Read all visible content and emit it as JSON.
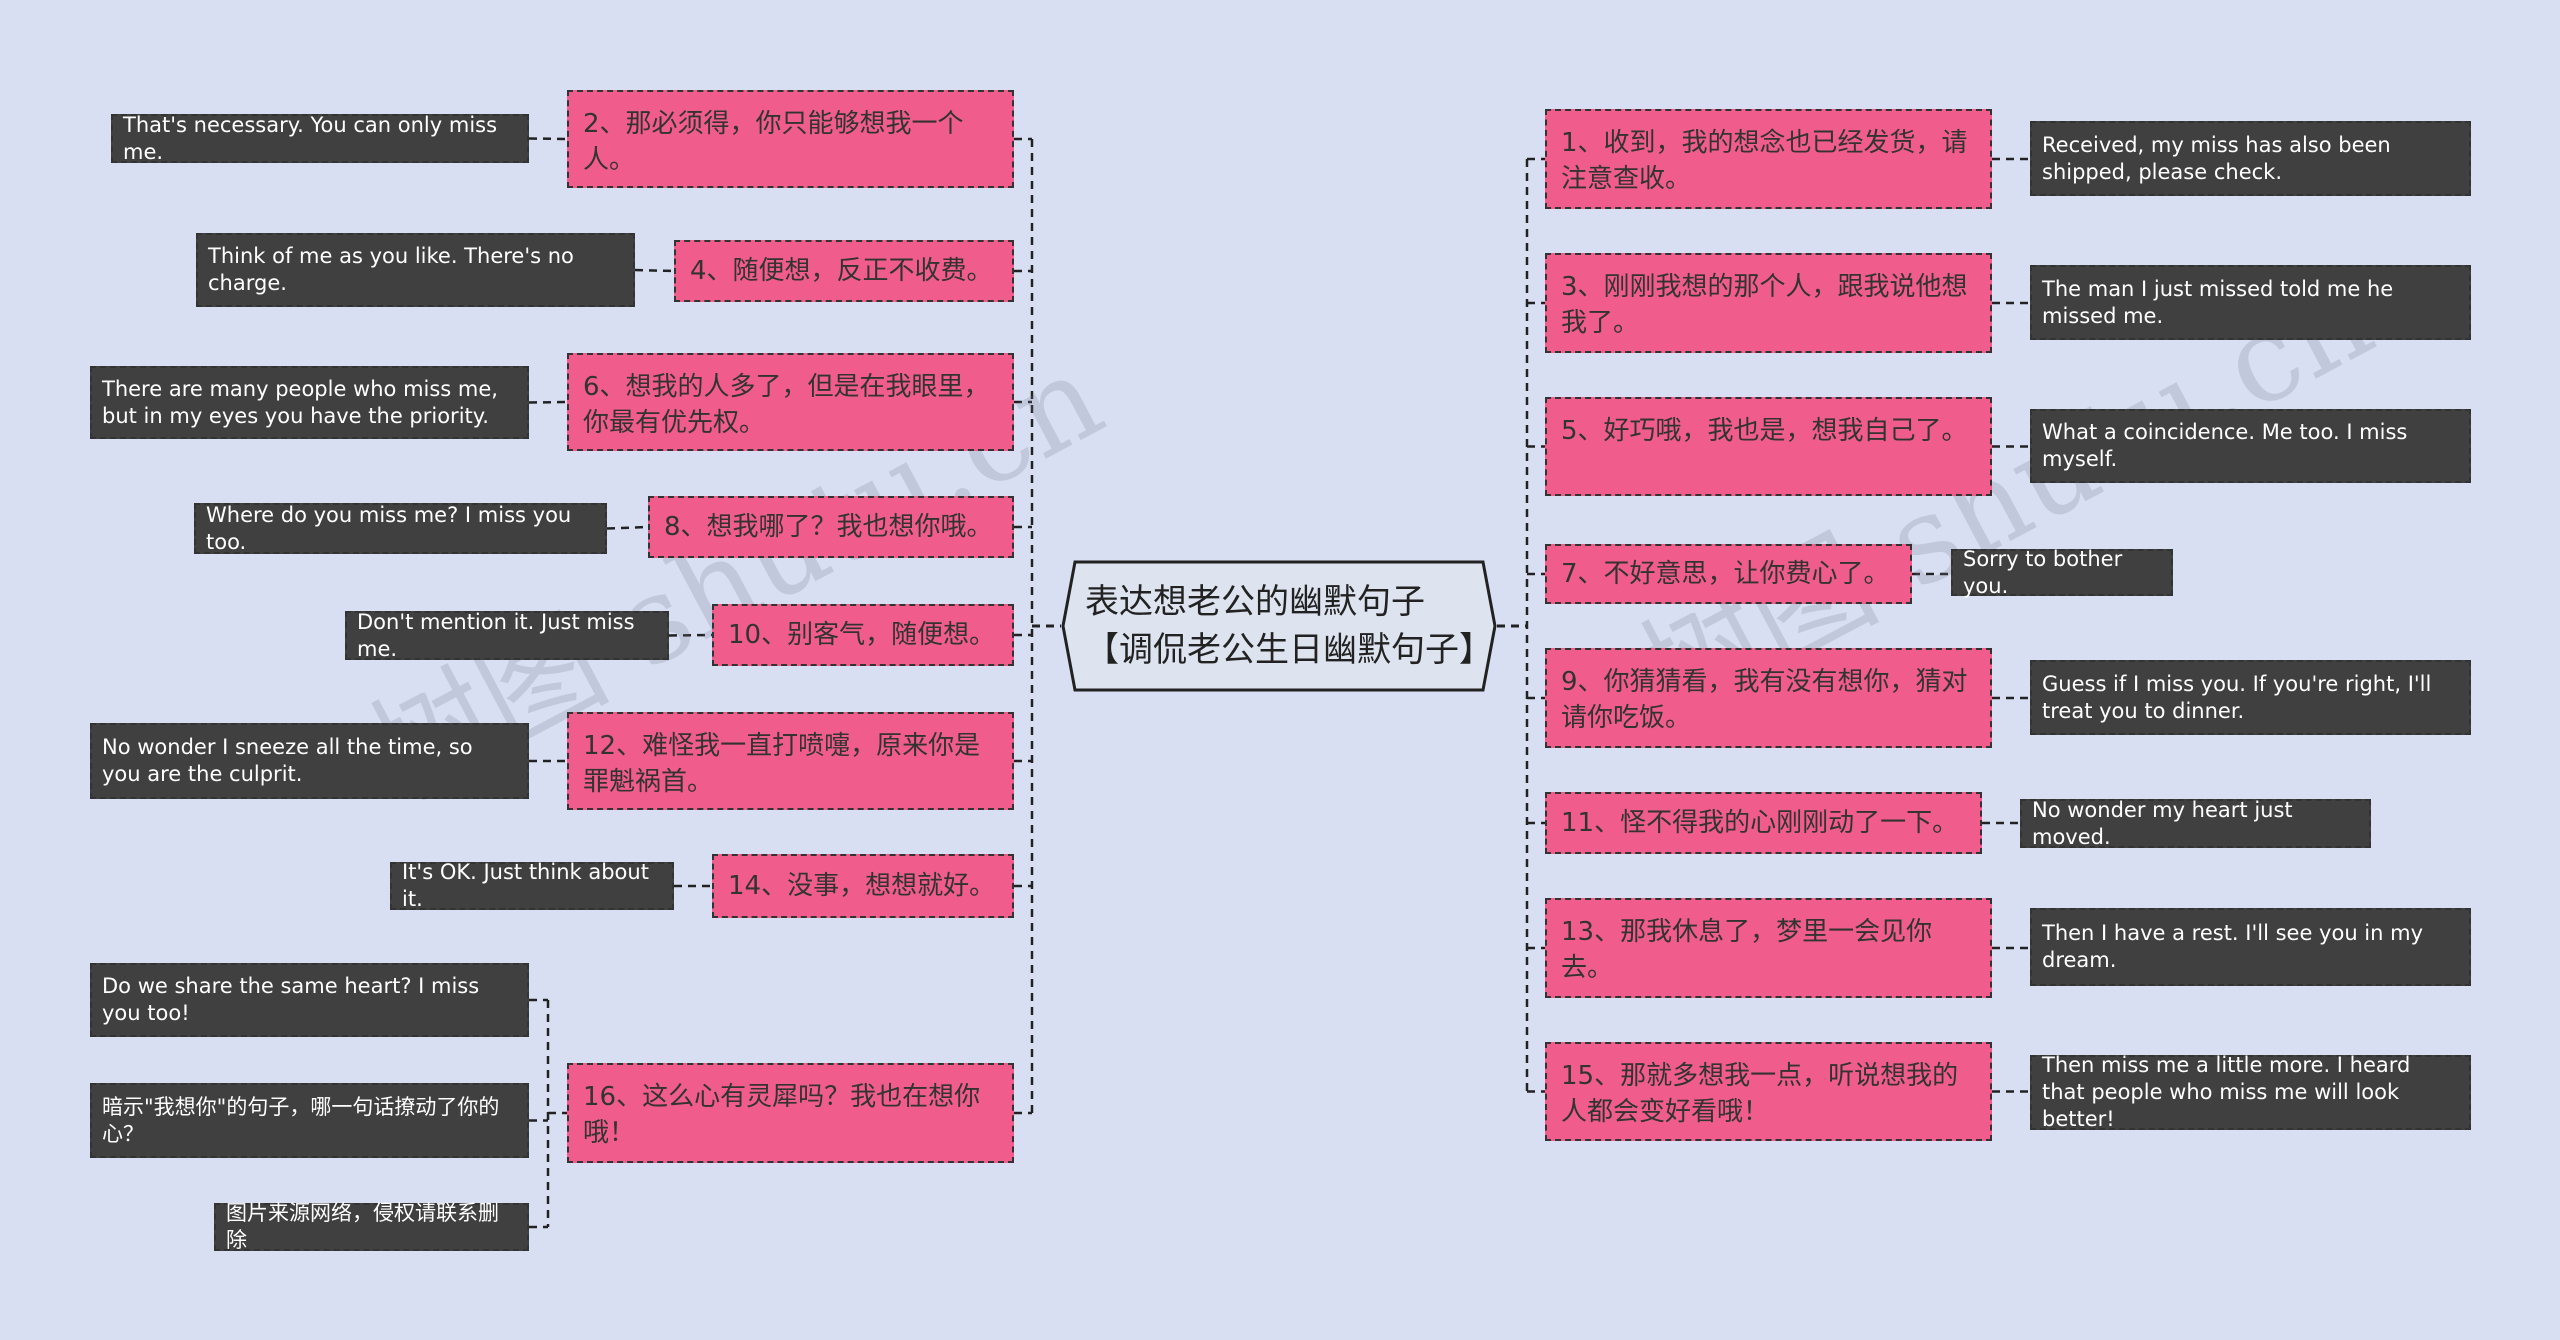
{
  "title": "表达想老公的幽默句子【调侃老公生日幽默句子】",
  "watermark": "树图 shutu.cn",
  "colors": {
    "background": "#d8dff2",
    "pink": "#f05d8c",
    "dark": "#404040"
  },
  "left": [
    {
      "cn": "2、那必须得，你只能够想我一个人。",
      "en": "That's necessary. You can only miss me."
    },
    {
      "cn": "4、随便想，反正不收费。",
      "en": "Think of me as you like. There's no charge."
    },
    {
      "cn": "6、想我的人多了，但是在我眼里，你最有优先权。",
      "en": "There are many people who miss me, but in my eyes you have the priority."
    },
    {
      "cn": "8、想我哪了？我也想你哦。",
      "en": "Where do you miss me? I miss you too."
    },
    {
      "cn": "10、别客气，随便想。",
      "en": "Don't mention it. Just miss me."
    },
    {
      "cn": "12、难怪我一直打喷嚏，原来你是罪魁祸首。",
      "en": "No wonder I sneeze all the time, so you are the culprit."
    },
    {
      "cn": "14、没事，想想就好。",
      "en": "It's OK. Just think about it."
    },
    {
      "cn": "16、这么心有灵犀吗？我也在想你哦！",
      "en": "Do we share the same heart? I miss you too!",
      "extra1": "暗示\"我想你\"的句子，哪一句话撩动了你的心？",
      "extra2": "图片来源网络，侵权请联系删除"
    }
  ],
  "right": [
    {
      "cn": "1、收到，我的想念也已经发货，请注意查收。",
      "en": "Received, my miss has also been shipped, please check."
    },
    {
      "cn": "3、刚刚我想的那个人，跟我说他想我了。",
      "en": "The man I just missed told me he missed me."
    },
    {
      "cn": "5、好巧哦，我也是，想我自己了。",
      "en": "What a coincidence. Me too. I miss myself."
    },
    {
      "cn": "7、不好意思，让你费心了。",
      "en": "Sorry to bother you."
    },
    {
      "cn": "9、你猜猜看，我有没有想你，猜对请你吃饭。",
      "en": "Guess if I miss you. If you're right, I'll treat you to dinner."
    },
    {
      "cn": "11、怪不得我的心刚刚动了一下。",
      "en": "No wonder my heart just moved."
    },
    {
      "cn": "13、那我休息了，梦里一会见你去。",
      "en": "Then I have a rest. I'll see you in my dream."
    },
    {
      "cn": "15、那就多想我一点，听说想我的人都会变好看哦！",
      "en": "Then miss me a little more. I heard that people who miss me will look better!"
    }
  ]
}
